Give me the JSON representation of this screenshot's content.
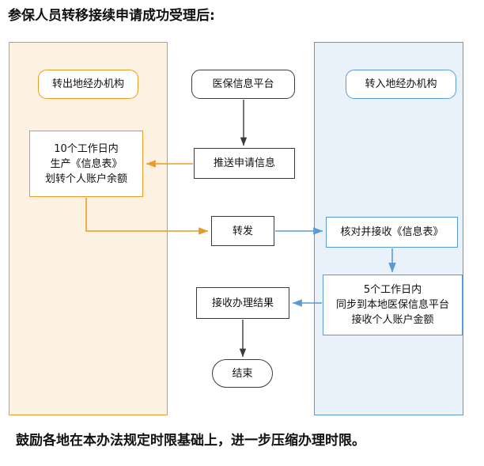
{
  "page": {
    "title": "参保人员转移接续申请成功受理后:",
    "footnote": "鼓励各地在本办法规定时限基础上，进一步压缩办理时限。"
  },
  "colors": {
    "lane_out_border": "#E99B28",
    "lane_out_fill": "#FDF1E2",
    "lane_in_border": "#5B9BD5",
    "lane_in_fill": "#E9F1FB",
    "node_dark_border": "#3B3B3B",
    "arrow_orange": "#E99B28",
    "arrow_blue": "#5B9BD5",
    "arrow_dark": "#3B3B3B"
  },
  "lanes": [
    {
      "id": "transfer-out",
      "label": "转出地经办机构",
      "accent": "#E99B28"
    },
    {
      "id": "platform",
      "label": "医保信息平台",
      "accent": "#3B3B3B"
    },
    {
      "id": "transfer-in",
      "label": "转入地经办机构",
      "accent": "#5B9BD5"
    }
  ],
  "nodes": {
    "header_out": "转出地经办机构",
    "header_platform": "医保信息平台",
    "header_in": "转入地经办机构",
    "generate_form": "10个工作日内\n生产《信息表》\n划转个人账户余额",
    "push_application": "推送申请信息",
    "forward": "转发",
    "check_receive": "核对并接收《信息表》",
    "sync_local": "5个工作日内\n同步到本地医保信息平台\n接收个人账户金额",
    "receive_result": "接收办理结果",
    "end": "结束"
  },
  "flow": {
    "type": "flowchart",
    "edges": [
      {
        "from": "header_platform",
        "to": "push_application",
        "color": "#3B3B3B"
      },
      {
        "from": "push_application",
        "to": "generate_form",
        "color": "#E99B28"
      },
      {
        "from": "generate_form",
        "to": "forward",
        "color": "#E99B28"
      },
      {
        "from": "forward",
        "to": "check_receive",
        "color": "#5B9BD5"
      },
      {
        "from": "check_receive",
        "to": "sync_local",
        "color": "#5B9BD5"
      },
      {
        "from": "sync_local",
        "to": "receive_result",
        "color": "#5B9BD5"
      },
      {
        "from": "receive_result",
        "to": "end",
        "color": "#3B3B3B"
      }
    ]
  }
}
